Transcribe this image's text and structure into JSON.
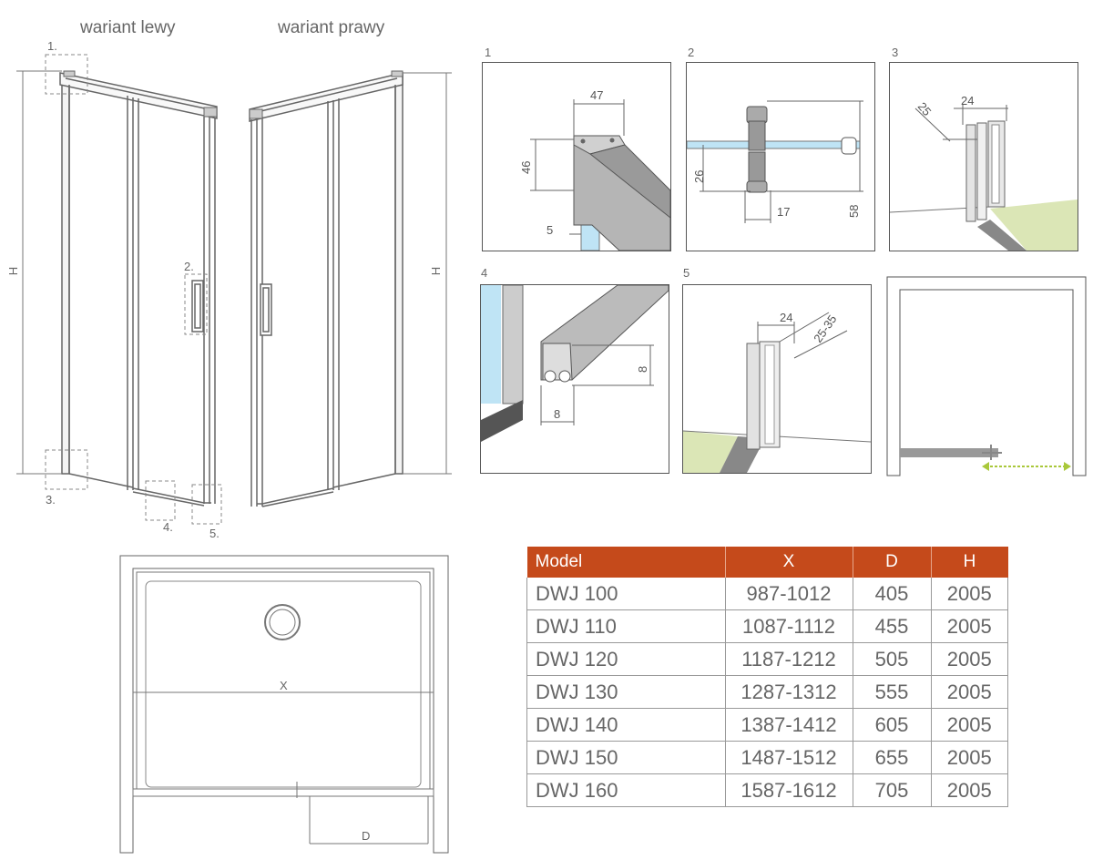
{
  "variants": {
    "left": "wariant lewy",
    "right": "wariant prawy"
  },
  "callouts": {
    "c1": "1.",
    "c2": "2.",
    "c3": "3.",
    "c4": "4.",
    "c5": "5."
  },
  "height_label": "H",
  "plan": {
    "x_label": "X",
    "d_label": "D"
  },
  "details": [
    {
      "number": "1",
      "dims": [
        "47",
        "46",
        "5"
      ]
    },
    {
      "number": "2",
      "dims": [
        "26",
        "17",
        "58"
      ]
    },
    {
      "number": "3",
      "dims": [
        "25",
        "24"
      ]
    },
    {
      "number": "4",
      "dims": [
        "8",
        "8"
      ]
    },
    {
      "number": "5",
      "dims": [
        "24",
        "25-35"
      ]
    }
  ],
  "colors": {
    "header": "#c54a1b",
    "floor": "#dbe6b6",
    "arrow": "#a9c83a",
    "glass": "#bfe4f5"
  },
  "table": {
    "headers": [
      "Model",
      "X",
      "D",
      "H"
    ],
    "rows": [
      [
        "DWJ 100",
        "987-1012",
        "405",
        "2005"
      ],
      [
        "DWJ 110",
        "1087-1112",
        "455",
        "2005"
      ],
      [
        "DWJ 120",
        "1187-1212",
        "505",
        "2005"
      ],
      [
        "DWJ 130",
        "1287-1312",
        "555",
        "2005"
      ],
      [
        "DWJ 140",
        "1387-1412",
        "605",
        "2005"
      ],
      [
        "DWJ 150",
        "1487-1512",
        "655",
        "2005"
      ],
      [
        "DWJ 160",
        "1587-1612",
        "705",
        "2005"
      ]
    ]
  }
}
